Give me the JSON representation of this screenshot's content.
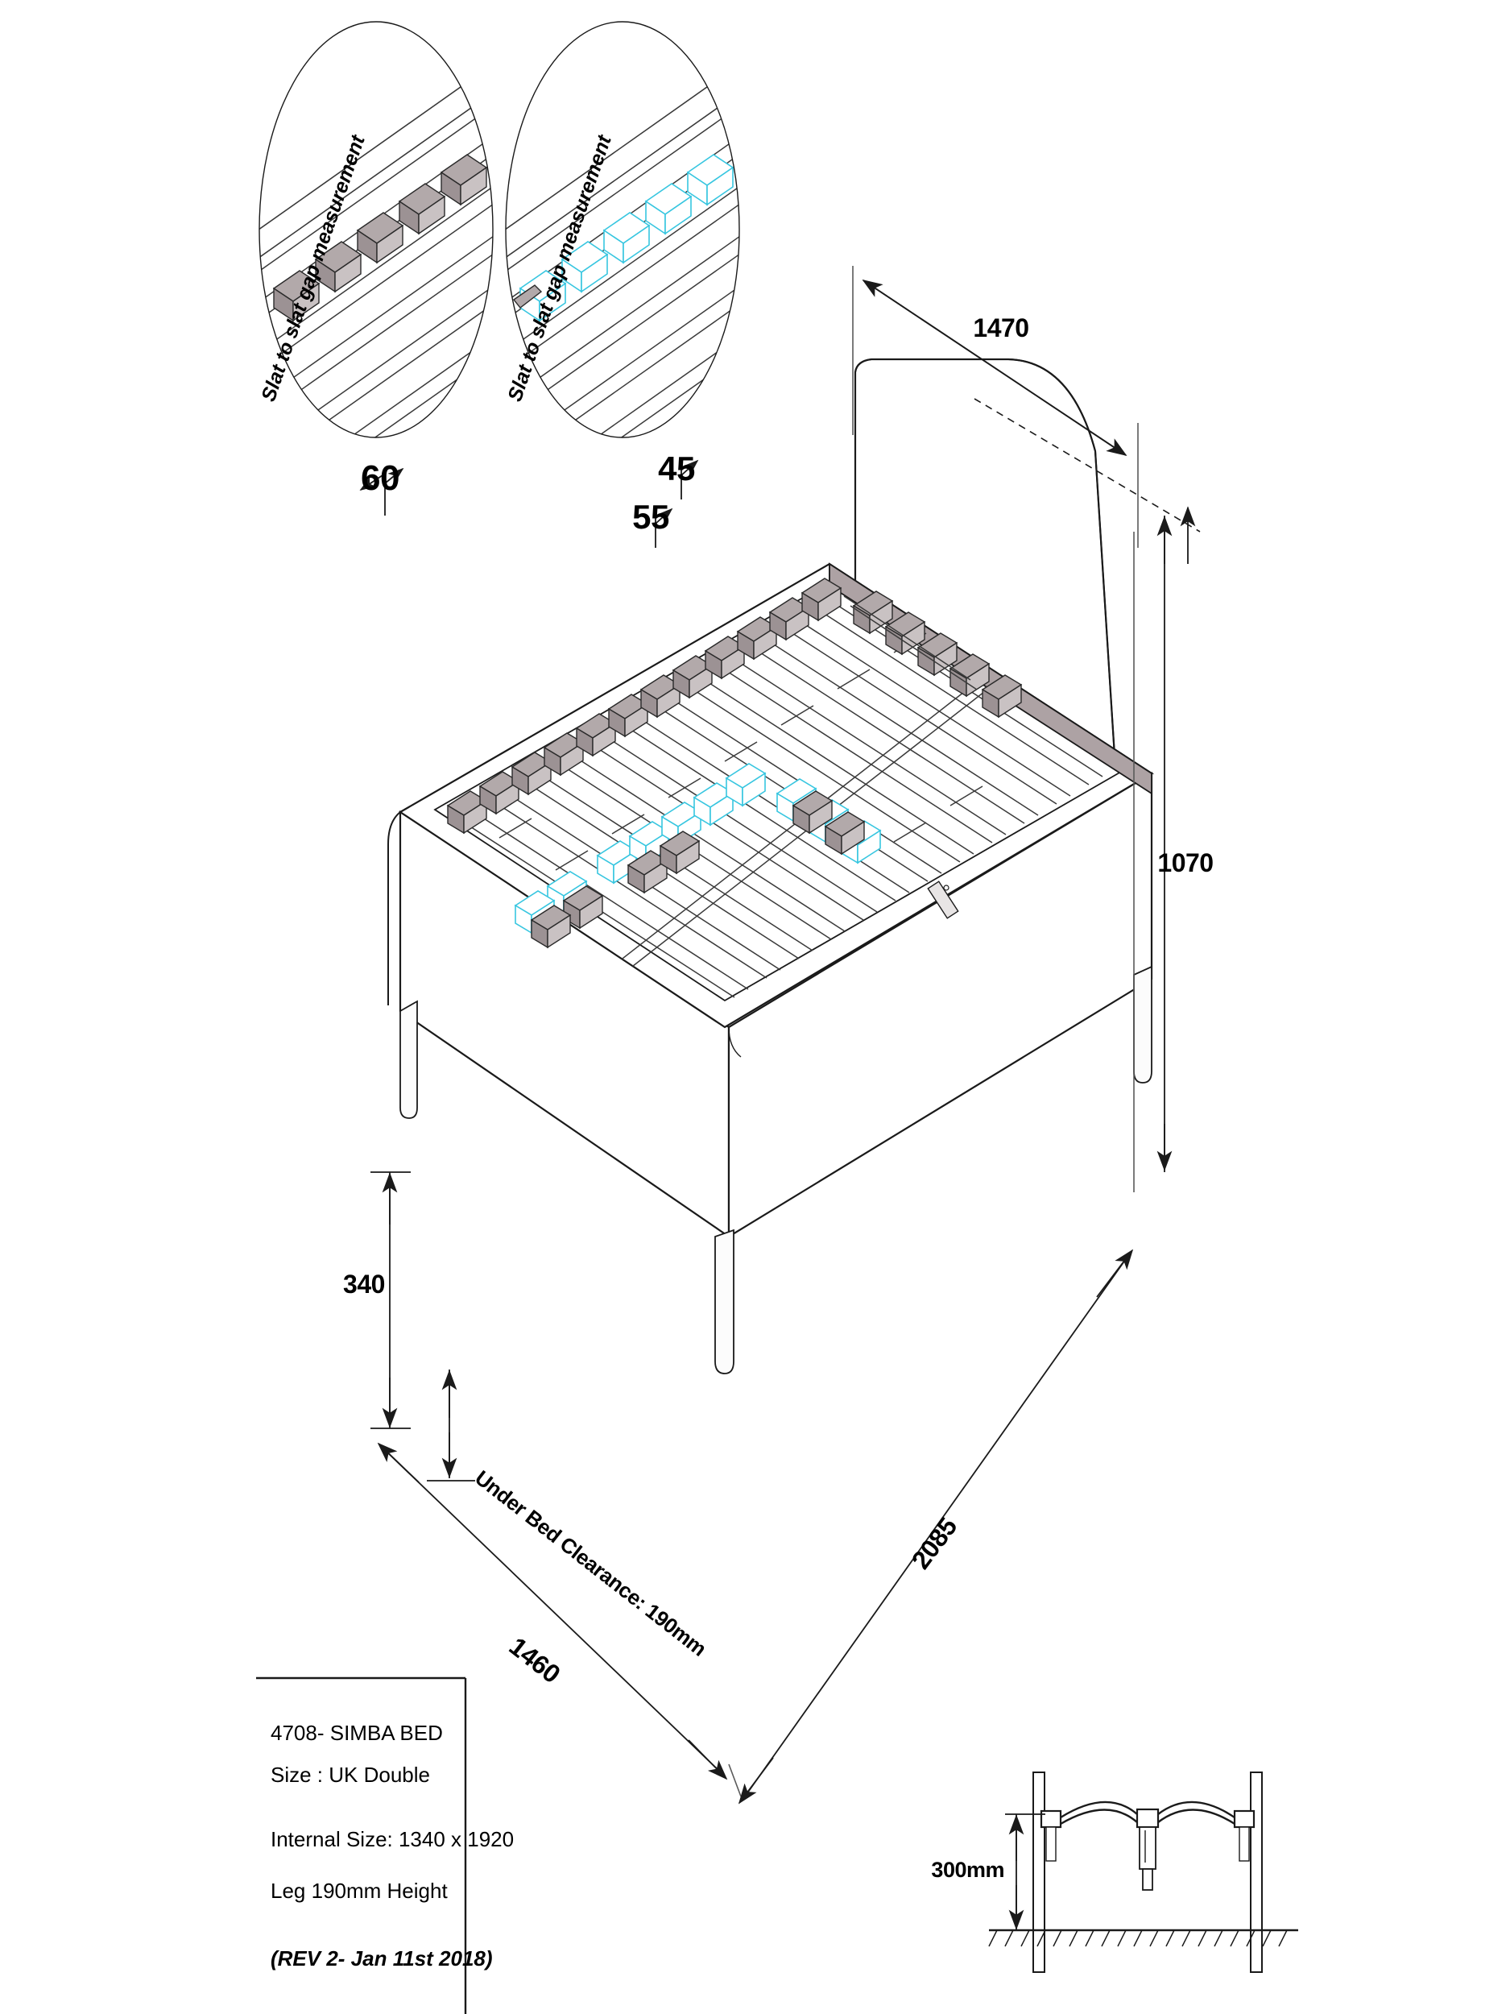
{
  "drawing": {
    "title_block": {
      "product_code_name": "4708- SIMBA BED",
      "size_line": "Size : UK Double",
      "internal_size_line": "Internal Size: 1340 x 1920",
      "leg_line": "Leg 190mm Height",
      "revision_line": "(REV 2- Jan 11st 2018)"
    },
    "detail_bubbles": [
      {
        "id": "bubble-left",
        "label": "Slat to slat gap measurement",
        "values": [
          "60"
        ],
        "holder_color": "#b2a9aa"
      },
      {
        "id": "bubble-right",
        "label": "Slat to slat gap measurement",
        "values": [
          "45",
          "55"
        ],
        "holder_color": "#37c6e0"
      }
    ],
    "dimensions": {
      "headboard_width": "1470",
      "headboard_height": "1070",
      "base_height": "340",
      "bed_width": "1460",
      "bed_length": "2085",
      "under_bed_clearance": "Under Bed Clearance: 190mm",
      "slat_ground_clearance": "300mm"
    },
    "colors": {
      "line": "#1a1a1a",
      "grey_fill": "#b2a9aa",
      "headboard_inner_grey": "#ada2a4",
      "cyan_accent": "#37c6e0",
      "paper": "#ffffff"
    },
    "notes": {
      "slat_detail_caption": "Slat to slat gap measurement"
    }
  }
}
